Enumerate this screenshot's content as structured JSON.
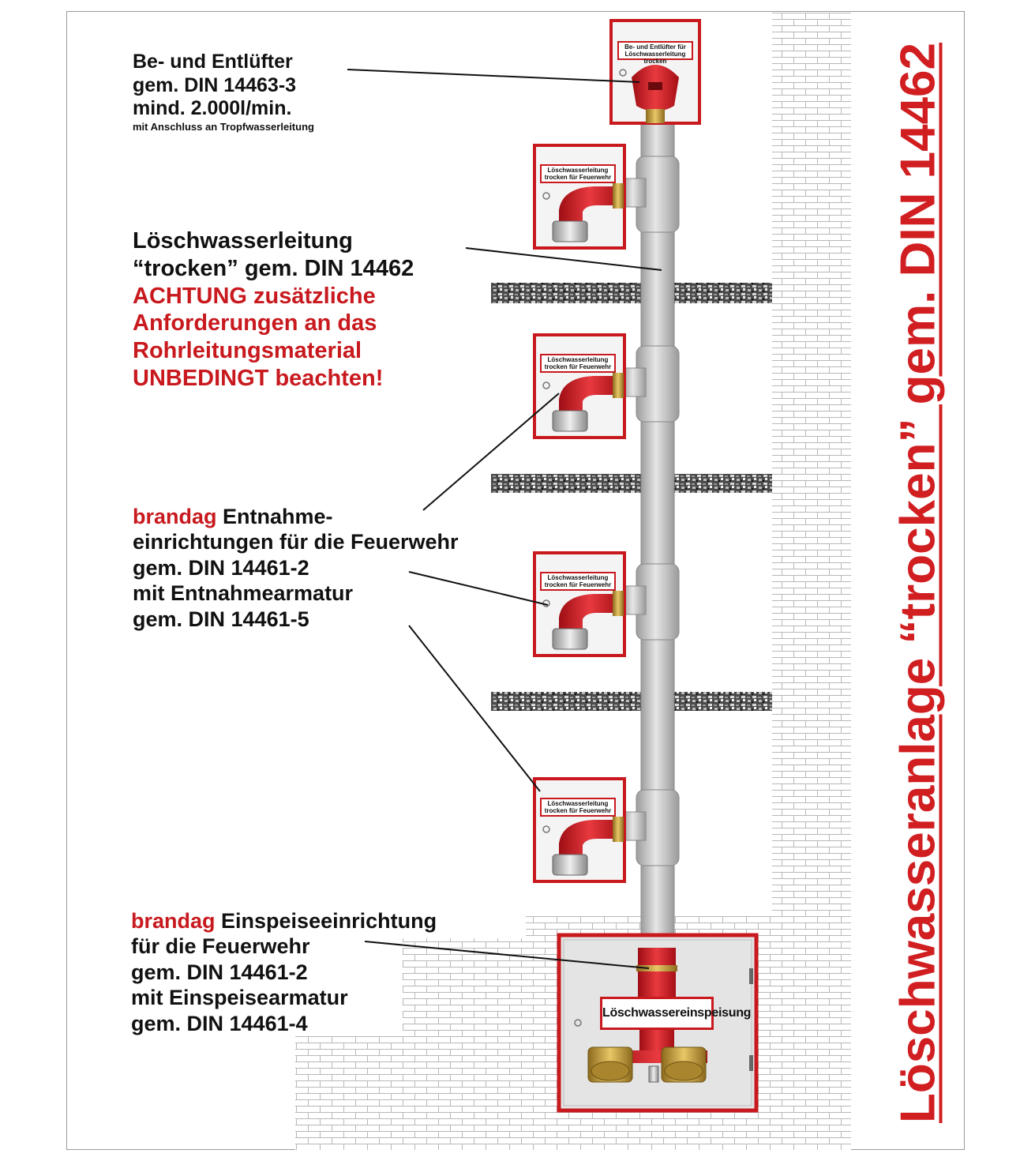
{
  "title": "Löschwasseranlage “trocken” gem. DIN 14462",
  "labels": {
    "vent": {
      "line1": "Be- und Entlüfter",
      "line2": "gem. DIN 14463-3",
      "line3": "mind. 2.000l/min.",
      "line4": "mit Anschluss an Tropfwasserleitung"
    },
    "pipe": {
      "line1": "Löschwasserleitung",
      "line2": "“trocken” gem. DIN 14462",
      "warn1": "ACHTUNG zusätzliche",
      "warn2": "Anforderungen an das",
      "warn3": "Rohrleitungsmaterial",
      "warn4": "UNBEDINGT beachten!"
    },
    "outlet": {
      "brand": "brandag",
      "line1": "Entnahme-",
      "line2": "einrichtungen für die Feuerwehr",
      "line3": "gem. DIN 14461-2",
      "line4": "mit Entnahmearmatur",
      "line5": "gem. DIN 14461-5"
    },
    "inlet": {
      "brand": "brandag",
      "line1": "Einspeiseeinrichtung",
      "line2": "für die Feuerwehr",
      "line3": "gem. DIN 14461-2",
      "line4": "mit Einspeisearmatur",
      "line5": "gem. DIN 14461-4"
    }
  },
  "cabinets": {
    "vent_sign_1": "Be- und Entlüfter für",
    "vent_sign_2": "Löschwasserleitung trocken",
    "outlet_sign_1": "Löschwasserleitung",
    "outlet_sign_2": "trocken für Feuerwehr",
    "feed_sign": "Löschwassereinspeisung"
  },
  "colors": {
    "accent_red": "#c8191e",
    "pipe_grey": "#c9c9c9",
    "brick_line": "#b8b8b8",
    "brass": "#c9a13a"
  }
}
